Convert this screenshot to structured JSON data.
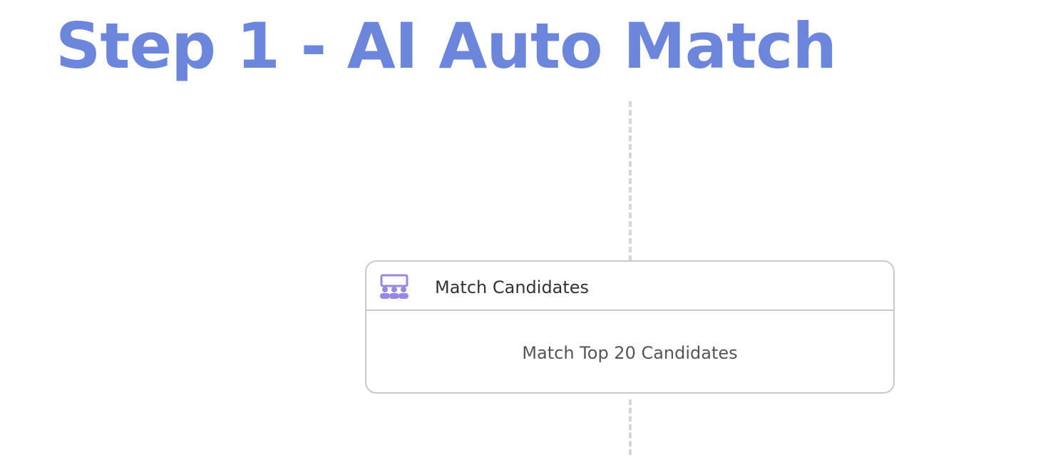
{
  "header": {
    "title": "Step 1 - AI Auto Match"
  },
  "node": {
    "title": "Match Candidates",
    "description": "Match Top 20 Candidates",
    "icon": "candidates-group-icon"
  },
  "colors": {
    "title": "#6b86db",
    "icon": "#9b85e6",
    "border": "#c9c9c9",
    "connector": "#d6d6d6",
    "node_title": "#333333",
    "node_description": "#555555"
  }
}
